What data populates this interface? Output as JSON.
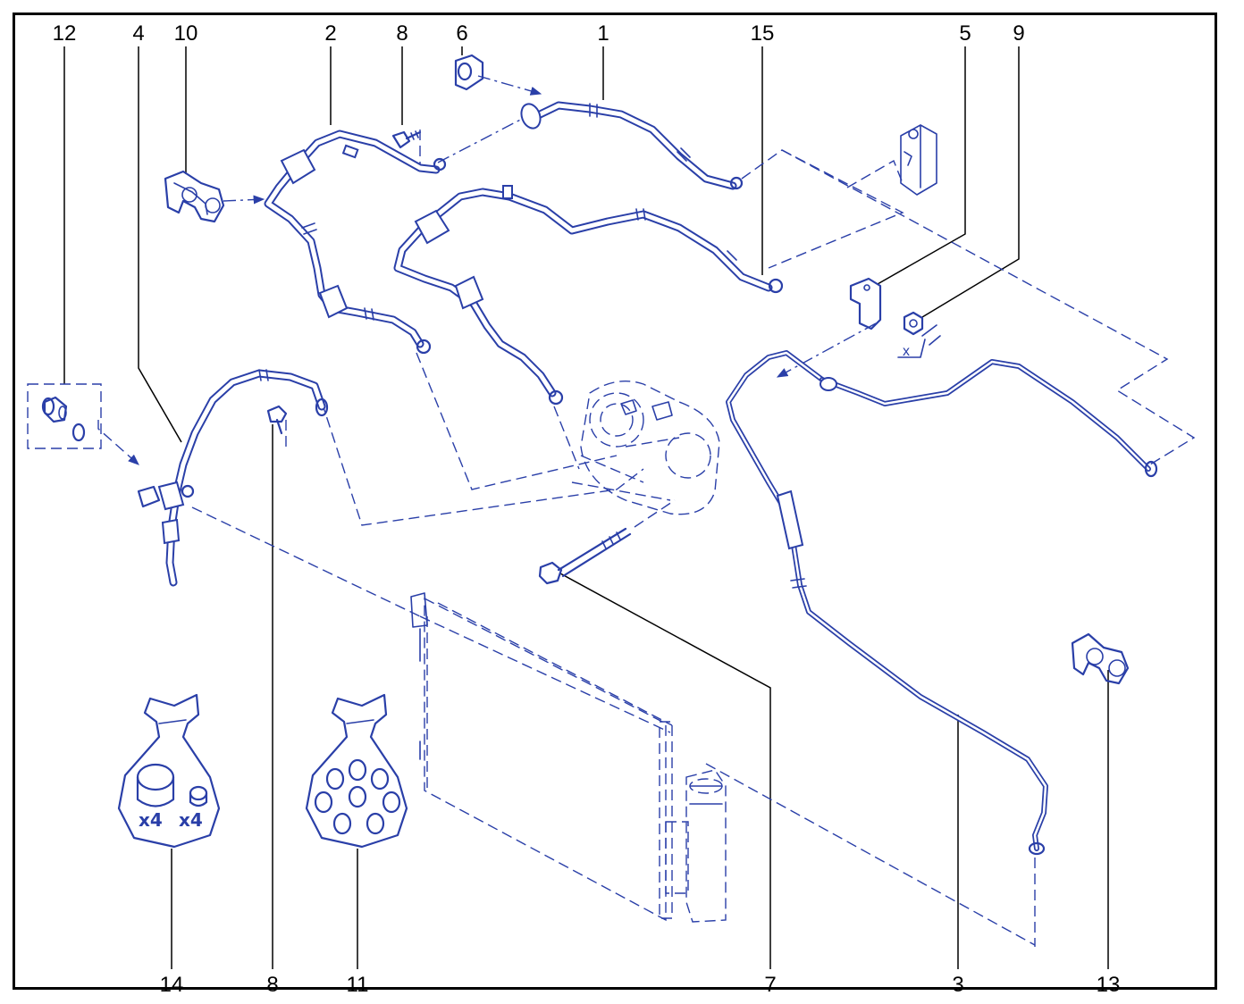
{
  "colors": {
    "part_line": "#2a3fa8",
    "part_fill": "#ffffff",
    "leader": "#000000",
    "frame": "#000000"
  },
  "callouts": {
    "top": [
      "12",
      "4",
      "10",
      "2",
      "8",
      "6",
      "1",
      "15",
      "5",
      "9"
    ],
    "bottom": [
      "14",
      "8",
      "11",
      "7",
      "3",
      "13"
    ]
  },
  "annotations": {
    "dimension_x": "x",
    "kit_14_large_qty": "x4",
    "kit_14_small_qty": "x4"
  }
}
